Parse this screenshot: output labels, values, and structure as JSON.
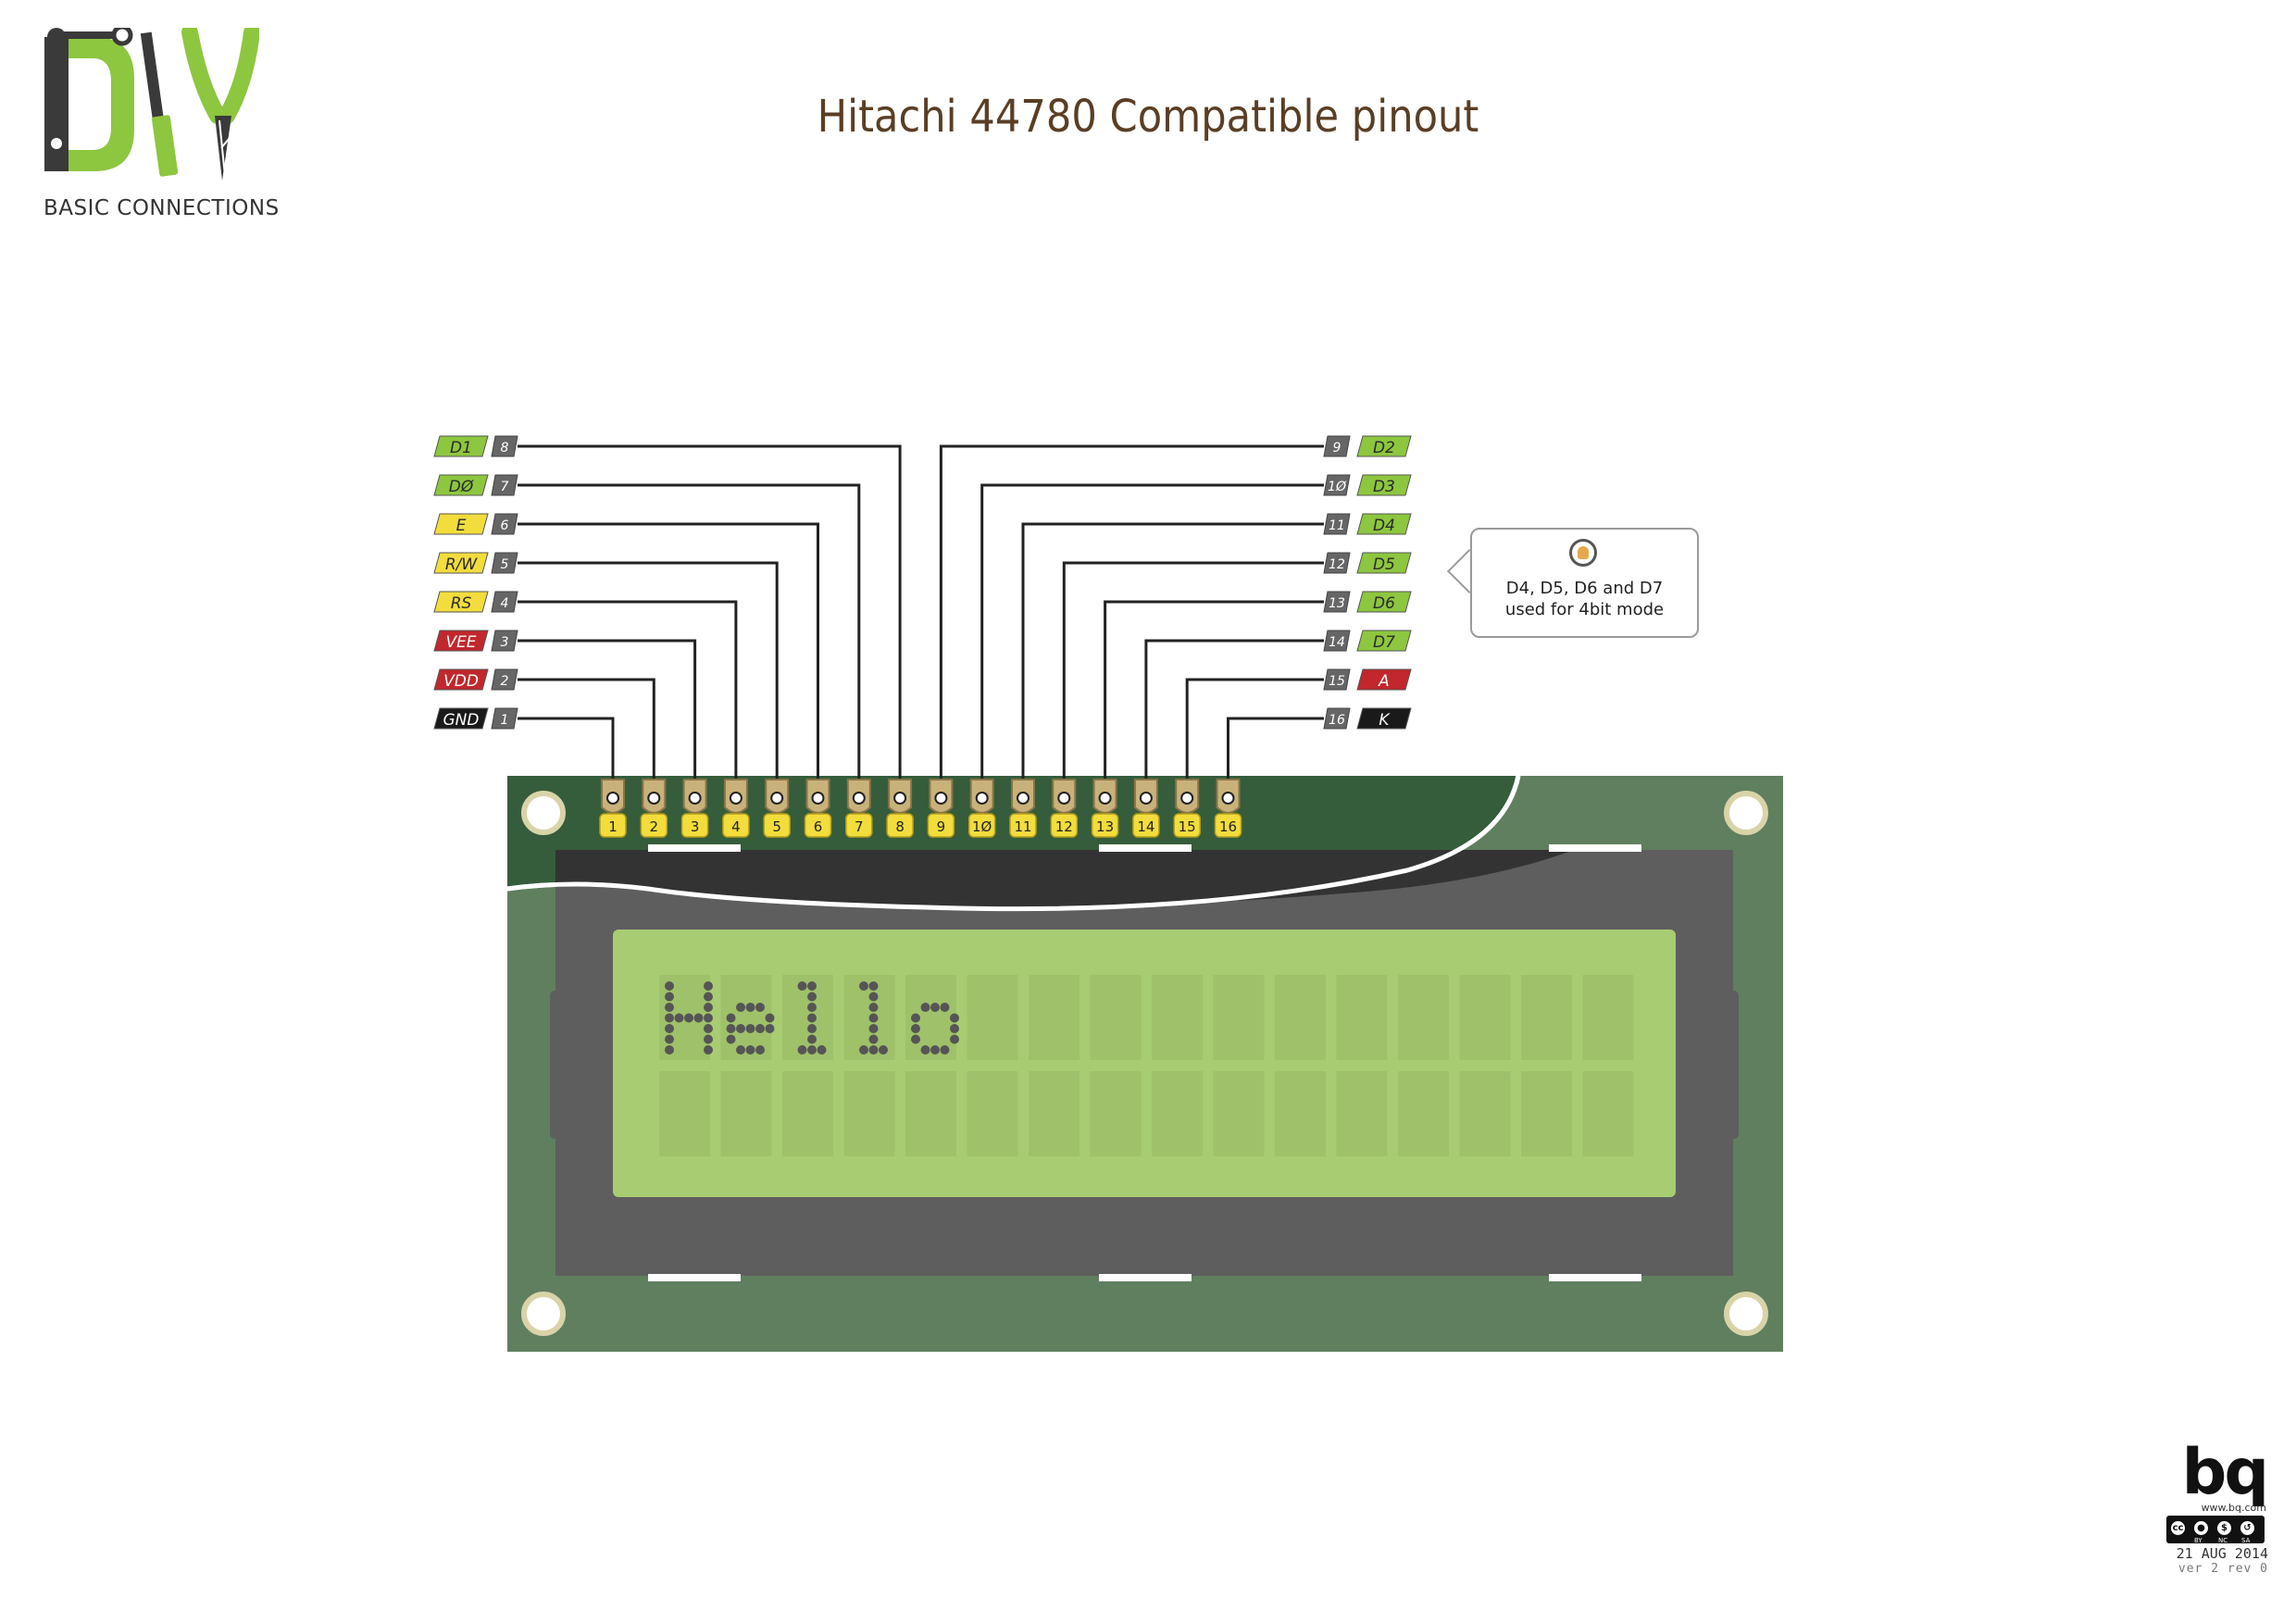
{
  "logo": {
    "text": "DIY",
    "subtitle": "BASIC CONNECTIONS"
  },
  "title": "Hitachi 44780 Compatible pinout",
  "colors": {
    "data_green": "#8dc63f",
    "control_yellow": "#f2dd3d",
    "power_red": "#c1272d",
    "ground_black": "#1a1a1a",
    "pcb_green": "#5f7f5f",
    "lcd_green": "#a8cc72"
  },
  "pins_left": [
    {
      "pin": "8",
      "label": "D1",
      "color": "green"
    },
    {
      "pin": "7",
      "label": "DØ",
      "color": "green"
    },
    {
      "pin": "6",
      "label": "E",
      "color": "yellow"
    },
    {
      "pin": "5",
      "label": "R/W",
      "color": "yellow"
    },
    {
      "pin": "4",
      "label": "RS",
      "color": "yellow"
    },
    {
      "pin": "3",
      "label": "VEE",
      "color": "red"
    },
    {
      "pin": "2",
      "label": "VDD",
      "color": "red"
    },
    {
      "pin": "1",
      "label": "GND",
      "color": "black"
    }
  ],
  "pins_right": [
    {
      "pin": "9",
      "label": "D2",
      "color": "green"
    },
    {
      "pin": "1Ø",
      "label": "D3",
      "color": "green"
    },
    {
      "pin": "11",
      "label": "D4",
      "color": "green"
    },
    {
      "pin": "12",
      "label": "D5",
      "color": "green"
    },
    {
      "pin": "13",
      "label": "D6",
      "color": "green"
    },
    {
      "pin": "14",
      "label": "D7",
      "color": "green"
    },
    {
      "pin": "15",
      "label": "A",
      "color": "red"
    },
    {
      "pin": "16",
      "label": "K",
      "color": "black"
    }
  ],
  "header_pins": [
    "1",
    "2",
    "3",
    "4",
    "5",
    "6",
    "7",
    "8",
    "9",
    "1Ø",
    "11",
    "12",
    "13",
    "14",
    "15",
    "16"
  ],
  "note": {
    "icon": "user-icon",
    "line1": "D4, D5, D6 and D7",
    "line2": "used for 4bit mode"
  },
  "lcd": {
    "text": "Hello",
    "columns": 16,
    "rows": 2
  },
  "footer": {
    "brand": "bq",
    "url": "www.bq.com",
    "license": [
      "cc",
      "BY",
      "NC",
      "SA"
    ],
    "date": "21 AUG 2014",
    "version": "ver 2 rev 0"
  }
}
